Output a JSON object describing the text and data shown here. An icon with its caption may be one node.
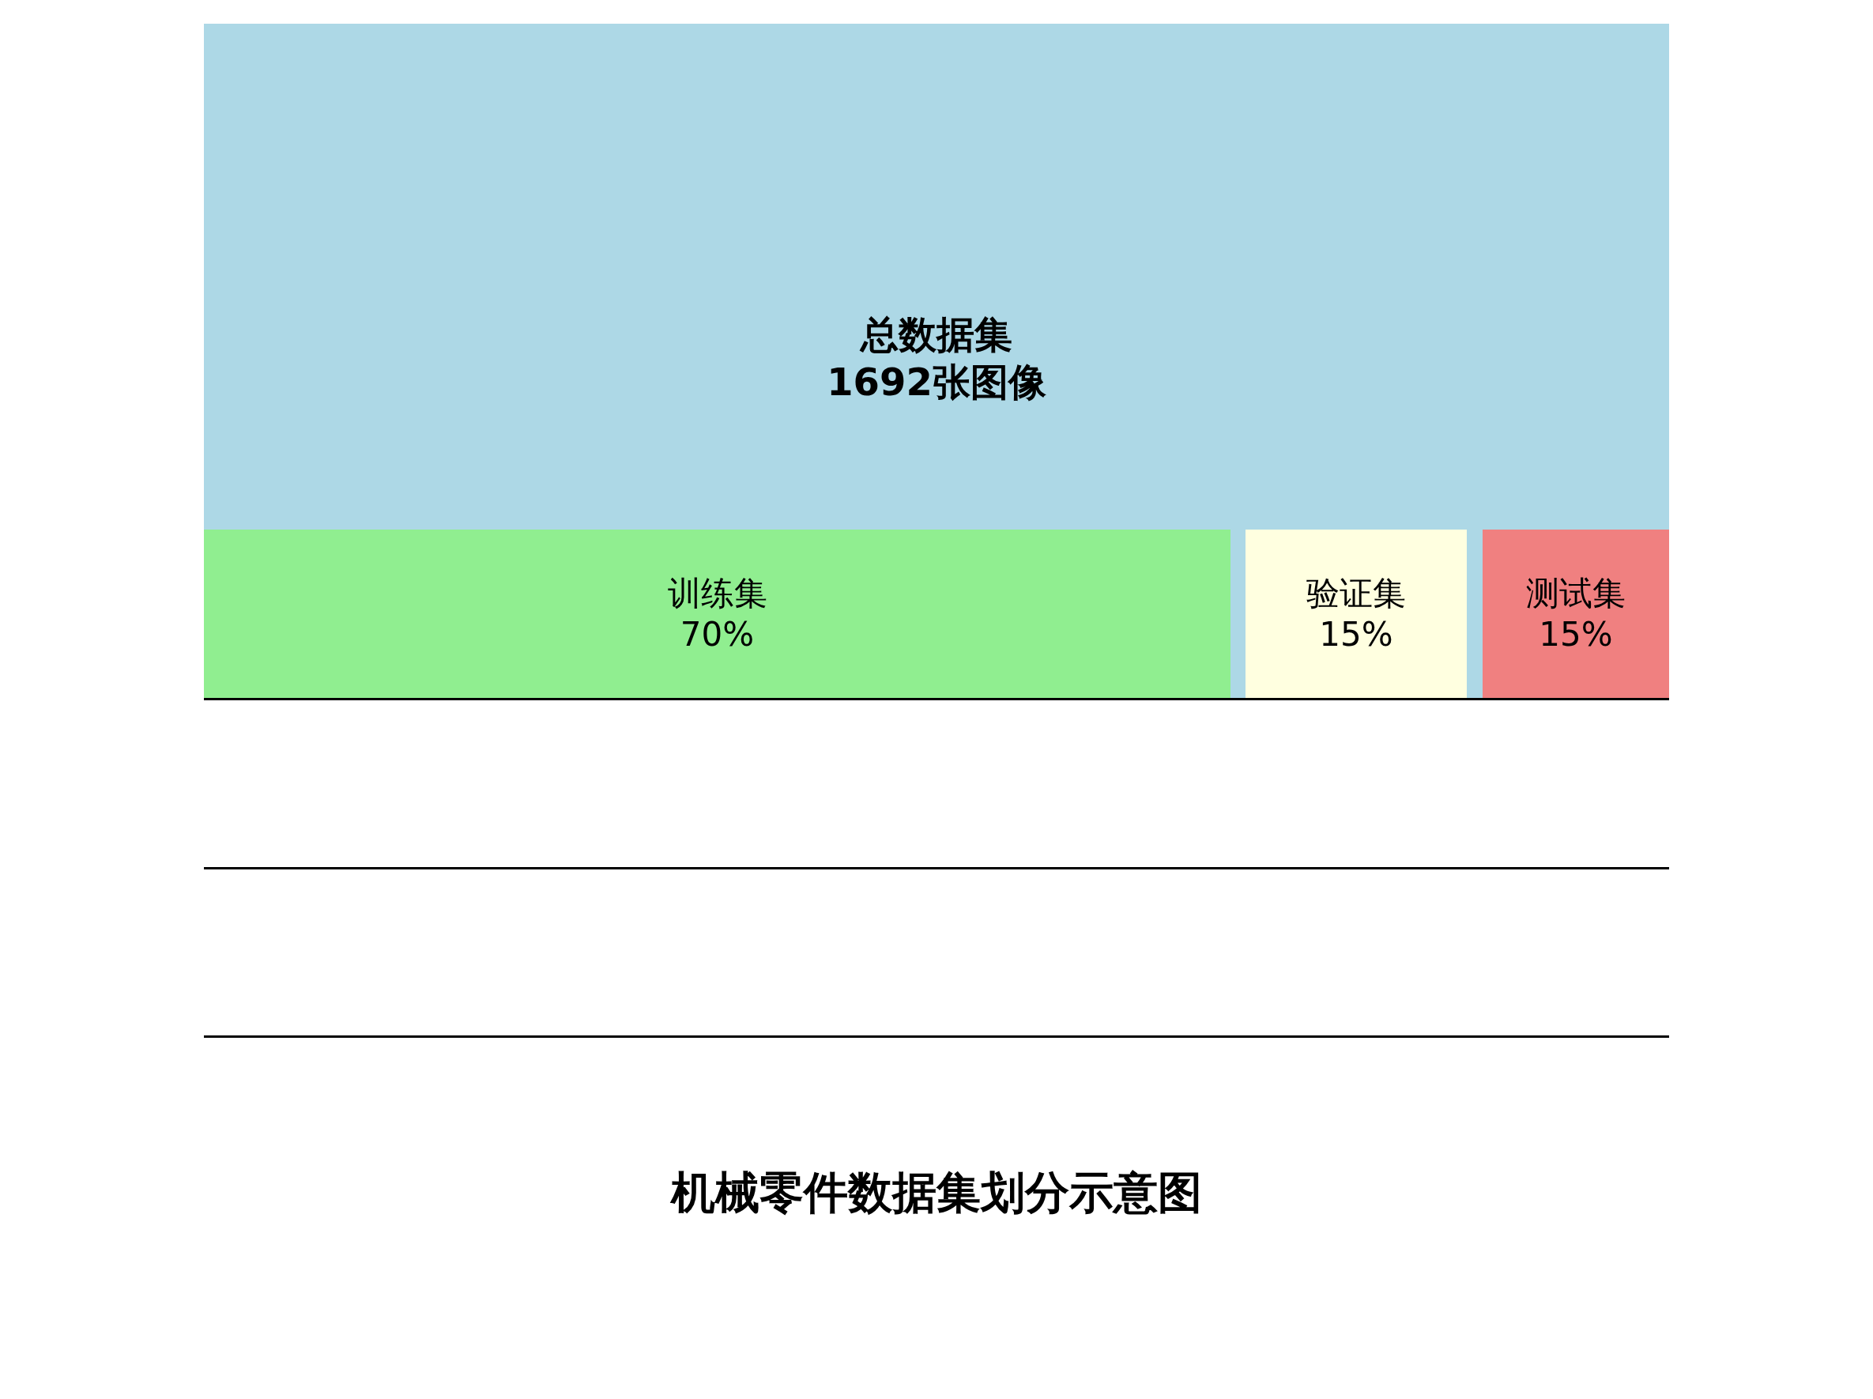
{
  "diagram": {
    "title": "机械零件数据集划分示意图",
    "nodes": [
      {
        "text": [
          "总数据集",
          "1692张图像"
        ]
      },
      {
        "text": [
          "训练集",
          "70%"
        ],
        "in": 0
      },
      {
        "text": [
          "验证集",
          "15%"
        ],
        "in": 0
      },
      {
        "text": [
          "测试集",
          "15%"
        ],
        "in": 0
      }
    ]
  }
}
